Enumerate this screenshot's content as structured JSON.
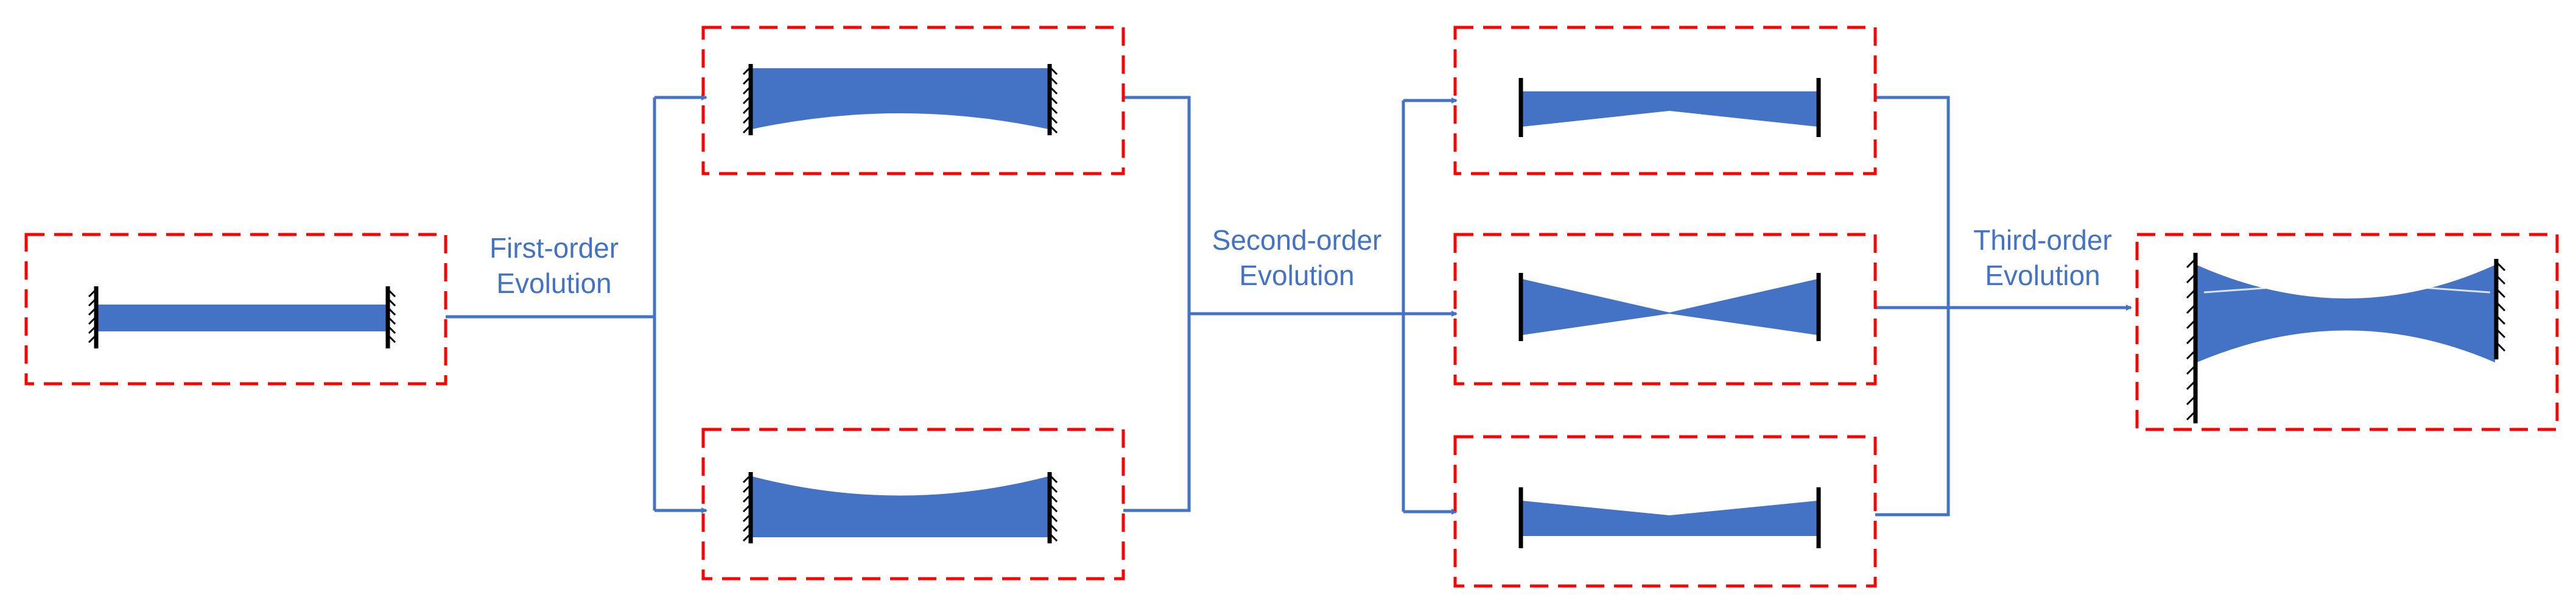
{
  "diagram": {
    "stage_labels": [
      {
        "line1": "First-order",
        "line2": "Evolution"
      },
      {
        "line1": "Second-order",
        "line2": "Evolution"
      },
      {
        "line1": "Third-order",
        "line2": "Evolution"
      }
    ],
    "colors": {
      "box_border": "#FF0000",
      "beam_fill": "#4472C4",
      "arrow": "#4472C4",
      "label_text": "#4472C4",
      "support": "#000000"
    }
  }
}
